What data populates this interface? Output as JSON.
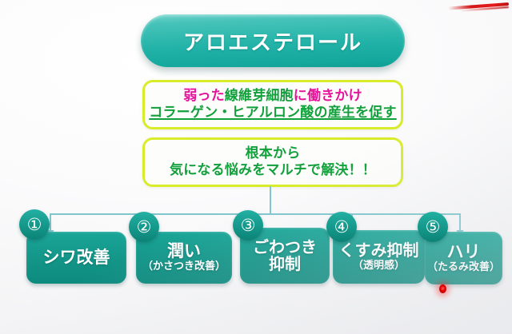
{
  "slide": {
    "banner": {
      "label": "アロエステロール"
    },
    "message_boxes": [
      {
        "line1_part1": "弱った",
        "line1_part2": "線維芽細胞",
        "line1_part3": "に働きかけ",
        "line2": "コラーゲン・ヒアルロン酸の産生を促す"
      },
      {
        "line1": "根本から",
        "line2": "気になる悩みをマルチで解決！！"
      }
    ],
    "benefits": [
      {
        "number": "①",
        "main": "シワ改善",
        "sub": ""
      },
      {
        "number": "②",
        "main": "潤い",
        "sub": "（かさつき改善）"
      },
      {
        "number": "③",
        "main_line1": "ごわつき",
        "main_line2": "抑制",
        "sub": ""
      },
      {
        "number": "④",
        "main": "くすみ抑制",
        "sub": "（透明感）"
      },
      {
        "number": "⑤",
        "main": "ハリ",
        "sub": "（たるみ改善）"
      }
    ],
    "colors": {
      "banner_teal": "#23b3a8",
      "benefit_teal": "#139588",
      "border_yellow_green": "#d9ec2a",
      "text_pink": "#e5149a",
      "text_green": "#12a03c",
      "connector_line": "#7fc6cd",
      "laser_red": "#e60000",
      "background": "#f7f7f9"
    }
  }
}
